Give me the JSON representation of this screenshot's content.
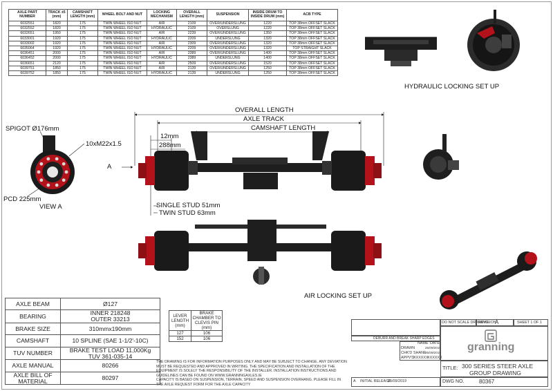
{
  "spec_table": {
    "headers": [
      "AXLE PART NUMBER",
      "TRACK ±5 (mm)",
      "CAMSHAFT LENGTH (mm)",
      "WHEEL BOLT AND NUT",
      "LOCKING MECHANISM",
      "OVERALL LENGTH (mm)",
      "SUSPENSION",
      "INSIDE DRUM TO INSIDE DRUM (mm)",
      "ACB TYPE"
    ],
    "rows": [
      [
        "6032551",
        "1820",
        "175",
        "TWIN WHEEL ISO NUT",
        "AIR",
        "2109",
        "OVER/UNDERSLUNG",
        "1220",
        "TOP 38mm OFFSET SLACK"
      ],
      [
        "6032552",
        "1820",
        "175",
        "TWIN WHEEL ISO NUT",
        "HYDRAULIC",
        "2109",
        "OVERSLUNG",
        "1220",
        "TOP 38mm OFFSET SLACK"
      ],
      [
        "6032651",
        "1950",
        "175",
        "TWIN WHEEL ISO NUT",
        "AIR",
        "2239",
        "OVER/UNDERSLUNG",
        "1350",
        "TOP 38mm OFFSET SLACK"
      ],
      [
        "6033001",
        "1920",
        "175",
        "TWIN WHEEL ISO NUT",
        "HYDRAULIC",
        "2209",
        "UNDERSLUNG",
        "1320",
        "TOP 38mm OFFSET SLACK"
      ],
      [
        "6033002",
        "1920",
        "175",
        "TWIN WHEEL ISO NUT",
        "AIR",
        "2309",
        "OVER/UNDERSLUNG",
        "1320",
        "TOP 38mm OFFSET SLACK"
      ],
      [
        "6035064",
        "1920",
        "175",
        "TWIN WHEEL ISO NUT",
        "HYDRAULIC",
        "2209",
        "OVER/UNDERSLUNG",
        "1320",
        "TOP STRAIGHT SLACK"
      ],
      [
        "6036451",
        "2000",
        "175",
        "TWIN WHEEL ISO NUT",
        "AIR",
        "2389",
        "OVER/UNDERSLUNG",
        "1400",
        "TOP 38mm OFFSET SLACK"
      ],
      [
        "6036452",
        "2000",
        "175",
        "TWIN WHEEL ISO NUT",
        "HYDRAULIC",
        "2389",
        "UNDERSLUNG",
        "1400",
        "TOP 38mm OFFSET SLACK"
      ],
      [
        "6036651",
        "2120",
        "175",
        "TWIN WHEEL ISO NUT",
        "AIR",
        "2509",
        "OVER/UNDERSLUNG",
        "1520",
        "TOP 38mm OFFSET SLACK"
      ],
      [
        "6039751",
        "1850",
        "175",
        "TWIN WHEEL ISO NUT",
        "AIR",
        "2139",
        "OVER/UNDERSLUNG",
        "1250",
        "TOP 38mm OFFSET SLACK"
      ],
      [
        "6039752",
        "1850",
        "175",
        "TWIN WHEEL ISO NUT",
        "HYDRAULIC",
        "2139",
        "UNDERSLUNG",
        "1250",
        "TOP 38mm OFFSET SLACK"
      ]
    ]
  },
  "labels": {
    "hydraulic": "HYDRAULIC LOCKING SET UP",
    "air": "AIR LOCKING SET UP",
    "overall_length": "OVERALL LENGTH",
    "axle_track": "AXLE TRACK",
    "camshaft_length": "CAMSHAFT LENGTH",
    "dim_12": "12mm",
    "dim_288": "288mm",
    "spigot": "SPIGOT Ø176mm",
    "studs": "10xM22x1.5",
    "pcd": "PCD 225mm",
    "view_a": "VIEW A",
    "arrow_a": "A",
    "single_stud": "SINGLE STUD 51mm",
    "twin_stud": "TWIN STUD 63mm"
  },
  "info_table": [
    {
      "key": "AXLE BEAM",
      "value": "Ø127"
    },
    {
      "key": "BEARING",
      "value": "INNER 218248",
      "value2": "OUTER 33213"
    },
    {
      "key": "BRAKE SIZE",
      "value": "310mmx190mm"
    },
    {
      "key": "CAMSHAFT",
      "value": "10 SPLINE (SAE 1-1/2'-10C)"
    },
    {
      "key": "TUV NUMBER",
      "value": "BRAKE TEST LOAD 11,000Kg",
      "value2": "TUV 361-035-14"
    },
    {
      "key": "AXLE MANUAL",
      "value": "80266"
    },
    {
      "key": "AXLE BILL OF MATERIAL",
      "value": "80297"
    }
  ],
  "lever_table": {
    "headers": [
      "LEVER LENGTH (mm)",
      "BRAKE CHAMBER TO CLEVIS PIN (mm)"
    ],
    "rows": [
      [
        "127",
        "106"
      ],
      [
        "152",
        "106"
      ]
    ]
  },
  "notes": {
    "line1": "THE DRAWING IS FOR INFORMATION PURPOSES ONLY AND MAY BE SUBJECT TO CHANGE. ANY DEVIATION MUST BE REQUESTED AND APPROVED IN WRITING. THE SPECIFICATION AND INSTALLATION OF THE EQUIPMENT IS SOLELY THE RESPONSIBILITY OF THE INSTALLER. INSTALLATION INSTRUCTIONS AND GUIDELINES CAN BE FOUND ON WWW.GRANNINGAXLES.IE",
    "line2": "CAPACITY IS BASED ON SUSPENSION, TERRAIN, SPEED AND SUSPENSION OVERHANG. PLEASE FILL IN THE AXLE REQUEST FORM FOR THE AXLE CAPACITY"
  },
  "title_block": {
    "do_not_scale": "DO NOT SCALE DRAWING",
    "revision_label": "REVISION",
    "revision": "A",
    "sheet": "SHEET 1 OF 1",
    "deburr": "DEBURR AND BREAK SHARP EDGES",
    "name_label": "NAME",
    "date_label": "DATE",
    "drawn_label": "DRAWN",
    "chkd_label": "CHK'D",
    "appvd_label": "APPV'D",
    "drawn_date": "25/09/2019",
    "chkd_name": "SHANE",
    "chkd_date": "25/09/2019",
    "appvd_name": "XXXXXX",
    "appvd_date": "XXXXXX",
    "brand": "granning",
    "title_label": "TITLE:",
    "title_line1": "300 SERIES STEER AXLE",
    "title_line2": "GROUP DRAWING",
    "dwg_label": "DWG NO.",
    "dwg_no": "80367",
    "rev_row_a": "A",
    "rev_row_desc": "INITIAL RELEASE",
    "rev_row_date": "25/09/2019"
  },
  "colors": {
    "hub_red": "#b3121a",
    "axle_black": "#1e1e1e",
    "line": "#222222"
  }
}
